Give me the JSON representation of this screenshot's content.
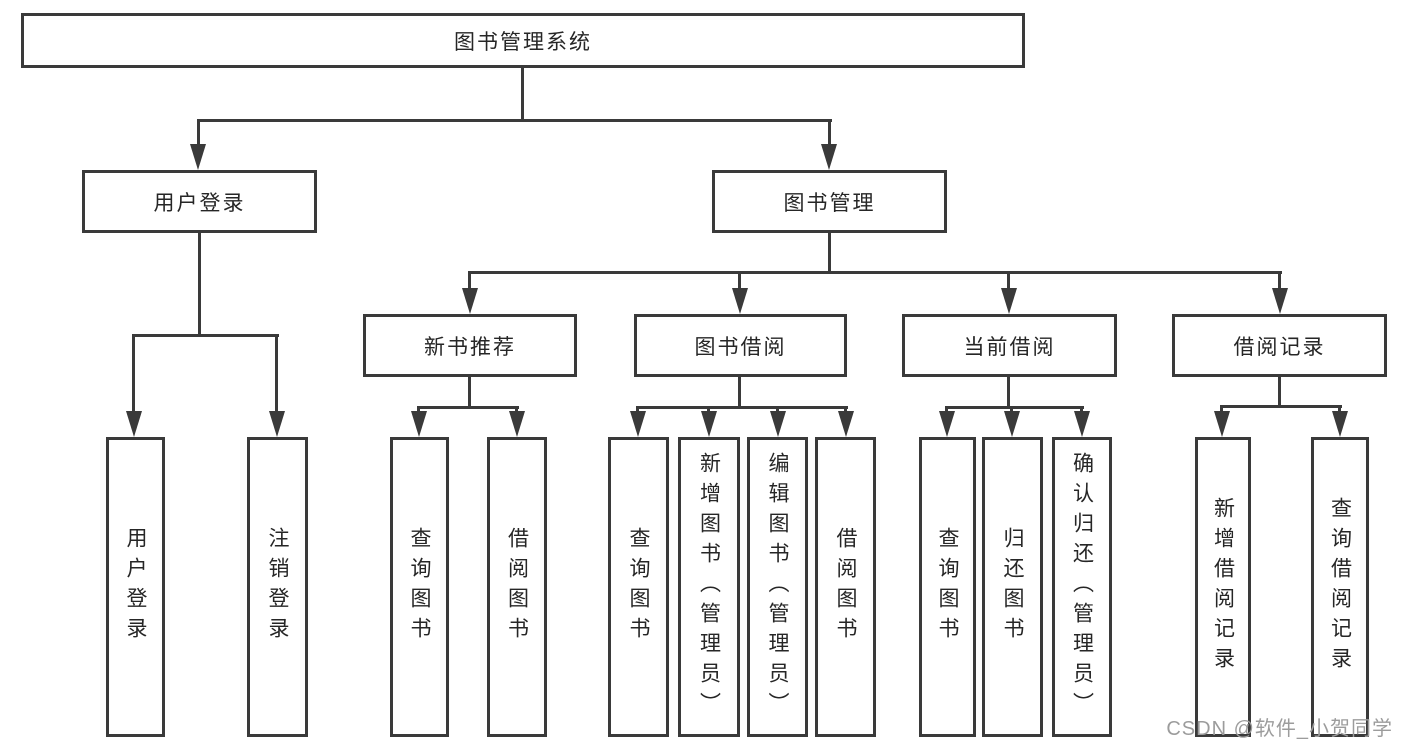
{
  "nodes": {
    "root": "图书管理系统",
    "user_login": "用户登录",
    "book_management": "图书管理",
    "new_book_recommend": "新书推荐",
    "book_borrow": "图书借阅",
    "current_borrow": "当前借阅",
    "borrow_records": "借阅记录",
    "leaf_user_login": "用户登录",
    "leaf_logout": "注销登录",
    "nb_query_books": "查询图书",
    "nb_borrow_books": "借阅图书",
    "bb_query_books": "查询图书",
    "bb_add_books": "新增图书（管理员）",
    "bb_edit_books": "编辑图书（管理员）",
    "bb_borrow_books": "借阅图书",
    "cb_query_books": "查询图书",
    "cb_return_books": "归还图书",
    "cb_confirm_return": "确认归还（管理员）",
    "br_add_record": "新增借阅记录",
    "br_query_record": "查询借阅记录"
  },
  "hierarchy": {
    "图书管理系统": {
      "用户登录": [
        "用户登录",
        "注销登录"
      ],
      "图书管理": {
        "新书推荐": [
          "查询图书",
          "借阅图书"
        ],
        "图书借阅": [
          "查询图书",
          "新增图书（管理员）",
          "编辑图书（管理员）",
          "借阅图书"
        ],
        "当前借阅": [
          "查询图书",
          "归还图书",
          "确认归还（管理员）"
        ],
        "借阅记录": [
          "新增借阅记录",
          "查询借阅记录"
        ]
      }
    }
  },
  "watermark": "CSDN @软件_小贺同学",
  "colors": {
    "line": "#3a3a3a",
    "text": "#262626",
    "background": "#ffffff",
    "watermark": "#9c9c9c"
  }
}
